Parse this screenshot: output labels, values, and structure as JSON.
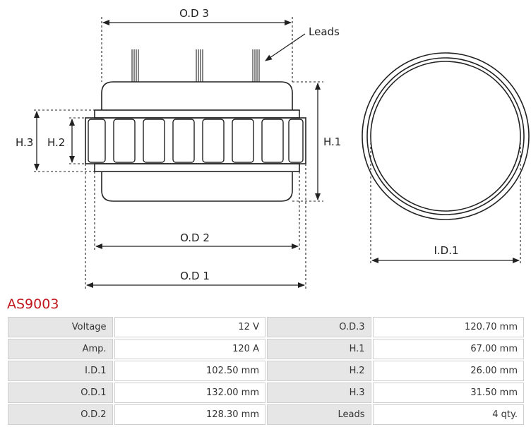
{
  "diagram": {
    "labels": {
      "od3": "O.D 3",
      "leads": "Leads",
      "h1": "H.1",
      "h2": "H.2",
      "h3": "H.3",
      "od2": "O.D 2",
      "od1": "O.D 1",
      "id1": "I.D.1"
    },
    "line_color": "#222222"
  },
  "product": {
    "part_number": "AS9003",
    "accent_color": "#c0161d"
  },
  "specs": [
    {
      "label_left": "Voltage",
      "value_left": "12 V",
      "label_right": "O.D.3",
      "value_right": "120.70 mm"
    },
    {
      "label_left": "Amp.",
      "value_left": "120 A",
      "label_right": "H.1",
      "value_right": "67.00 mm"
    },
    {
      "label_left": "I.D.1",
      "value_left": "102.50 mm",
      "label_right": "H.2",
      "value_right": "26.00 mm"
    },
    {
      "label_left": "O.D.1",
      "value_left": "132.00 mm",
      "label_right": "H.3",
      "value_right": "31.50 mm"
    },
    {
      "label_left": "O.D.2",
      "value_left": "128.30 mm",
      "label_right": "Leads",
      "value_right": "4 qty."
    }
  ]
}
